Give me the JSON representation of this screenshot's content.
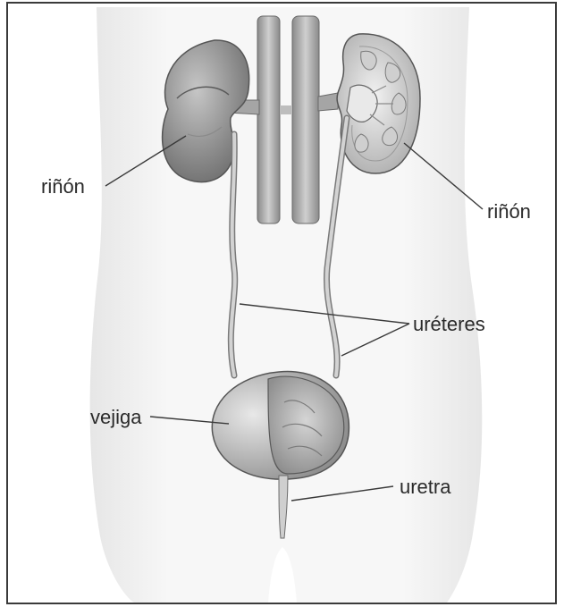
{
  "labels": {
    "kidney_left": "riñón",
    "kidney_right": "riñón",
    "ureters": "uréteres",
    "bladder": "vejiga",
    "urethra": "uretra"
  },
  "colors": {
    "frame": "#3a3a3a",
    "torso": "#f1f1f1",
    "organ_fill": "#b9b9b9",
    "organ_dark": "#7e7e7e",
    "leader_line": "#3a3a3a",
    "text": "#2a2a2a"
  }
}
